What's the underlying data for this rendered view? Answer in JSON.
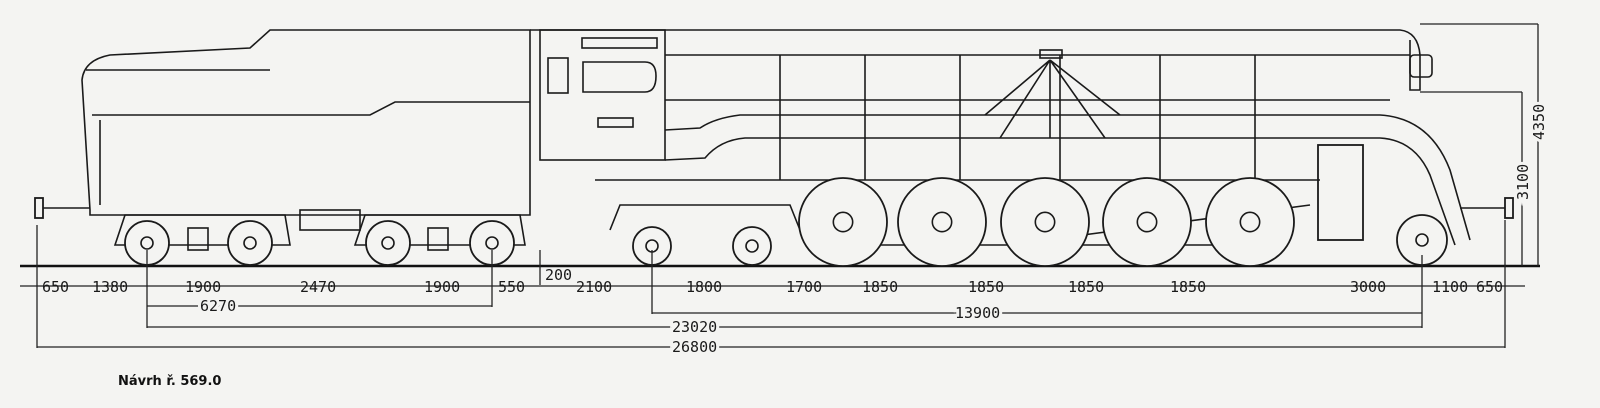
{
  "caption": "Návrh ř. 569.0",
  "dimensions": {
    "row1": [
      "650",
      "1380",
      "1900",
      "2470",
      "1900",
      "550",
      "200",
      "2100",
      "1800",
      "1700",
      "1850",
      "1850",
      "1850",
      "1850",
      "3000",
      "1100",
      "650"
    ],
    "tender_wheelbase": "6270",
    "loco_wheelbase": "13900",
    "total_wheelbase": "23020",
    "length_over_buffers": "26800",
    "buffer_height": "3100",
    "total_height": "4350"
  }
}
